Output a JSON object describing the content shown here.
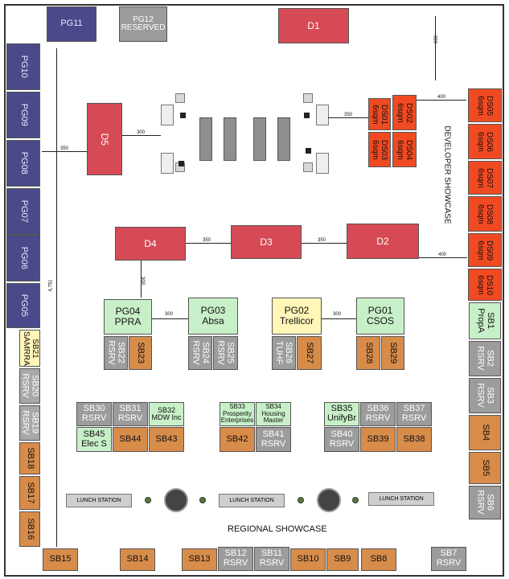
{
  "title": "REGIONAL SHOWCASE",
  "developer_label": "DEVELOPER SHOWCASE",
  "lunch_label": "LUNCH STATION",
  "dimensions": {
    "d600": "600",
    "d400a": "400",
    "d400b": "400",
    "d350a": "350",
    "d350b": "350",
    "d350c": "350",
    "d300a": "300",
    "d300b": "300",
    "d300c": "300",
    "d300d": "300",
    "d4751": "4,751"
  },
  "booths": {
    "pg11": "PG11",
    "pg12": "PG12\nRESERVED",
    "d1": "D1",
    "pg10": "PG10",
    "pg09": "PG09",
    "pg08": "PG08",
    "pg07": "PG07",
    "pg06": "PG06",
    "pg05": "PG05",
    "d5": "D5",
    "d4": "D4",
    "d3": "D3",
    "d2": "D2",
    "ds01": "DS01\n6sqm",
    "ds02": "DS02\n6sqm",
    "ds03": "DS03\n6sqm",
    "ds04": "DS04\n6sqm",
    "ds05": "DS05\n6sqm",
    "ds06": "DS06\n6sqm",
    "ds07": "DS07\n6sqm",
    "ds08": "DS08\n6sqm",
    "ds09": "DS09\n6sqm",
    "ds10": "DS10\n6sqm",
    "pg04": "PG04\nPPRA",
    "pg03": "PG03\nAbsa",
    "pg02": "PG02\nTrellicor",
    "pg01": "PG01\nCSOS",
    "sb22": "SB22\nRSRV",
    "sb23": "SB23",
    "sb24": "SB24\nRSRV",
    "sb25": "SB25\nRSRV",
    "sb26": "SB26\nTUHF",
    "sb27": "SB27",
    "sb28": "SB28",
    "sb29": "SB29",
    "sb1": "SB1\nPropA",
    "sb2": "SB2\nRSRV",
    "sb3": "SB3\nRSRV",
    "sb4": "SB4",
    "sb5": "SB5",
    "sb6": "SB6\nRSRV",
    "sb21": "SB21\nSAMRRA",
    "sb20": "SB20\nRSRV",
    "sb19": "SB19\nRSRV",
    "sb18": "SB18",
    "sb17": "SB17",
    "sb16": "SB16",
    "sb30": "SB30\nRSRV",
    "sb31": "SB31\nRSRV",
    "sb32": "SB32\nMDW Inc",
    "sb45": "SB45\nElec S",
    "sb44": "SB44",
    "sb43": "SB43",
    "sb33": "SB33\nProsperity\nEnterprises",
    "sb34": "SB34\nHousing\nMaster",
    "sb42": "SB42",
    "sb41": "SB41\nRSRV",
    "sb35": "SB35\nUnifyBr",
    "sb36": "SB36\nRSRV",
    "sb37": "SB37\nRSRV",
    "sb40": "SB40\nRSRV",
    "sb39": "SB39",
    "sb38": "SB38",
    "sb15": "SB15",
    "sb14": "SB14",
    "sb13": "SB13",
    "sb12": "SB12\nRSRV",
    "sb11": "SB11\nRSRV",
    "sb10": "SB10",
    "sb9": "SB9",
    "sb8": "SB8",
    "sb7": "SB7\nRSRV"
  }
}
